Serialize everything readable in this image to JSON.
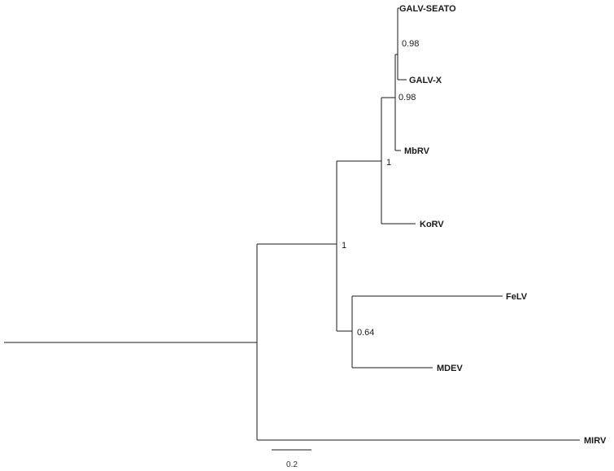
{
  "taxa": {
    "galv_seato": "GALV-SEATO",
    "galv_x": "GALV-X",
    "mbrv": "MbRV",
    "korv": "KoRV",
    "felv": "FeLV",
    "mdev": "MDEV",
    "mlrv": "MIRV"
  },
  "support_values": {
    "galv_seato_galv_x": "0.98",
    "galv_mbrv": "0.98",
    "galv_mbrv_korv": "1",
    "korv_felv_mdev": "1",
    "felv_mdev": "0.64"
  },
  "scale_bar": {
    "label": "0.2"
  }
}
